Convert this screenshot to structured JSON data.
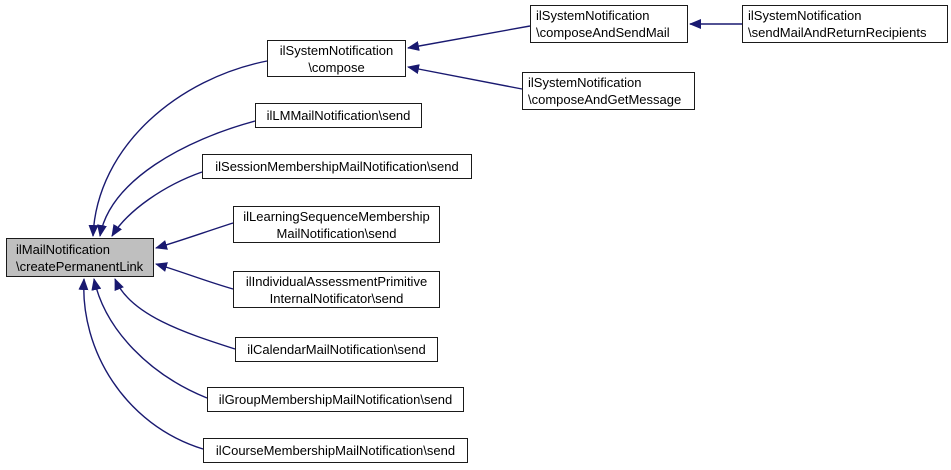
{
  "diagram": {
    "kind": "doxygen-caller-graph",
    "background_color": "#ffffff",
    "edge_color": "#191970",
    "node_border_color": "#1a1a1a",
    "node_fill_color": "#ffffff",
    "focus_node_fill_color": "#bfbfbf",
    "text_color": "#000000"
  },
  "nodes": {
    "main": {
      "line1": "ilMailNotification",
      "line2": "\\createPermanentLink"
    },
    "compose": {
      "line1": "ilSystemNotification",
      "line2": "\\compose"
    },
    "composeAndSendMail": {
      "line1": "ilSystemNotification",
      "line2": "\\composeAndSendMail"
    },
    "sendMailAndReturn": {
      "line1": "ilSystemNotification",
      "line2": "\\sendMailAndReturnRecipients"
    },
    "composeAndGetMessage": {
      "line1": "ilSystemNotification",
      "line2": "\\composeAndGetMessage"
    },
    "lmMail": {
      "line1": "ilLMMailNotification\\send"
    },
    "session": {
      "line1": "ilSessionMembershipMailNotification\\send"
    },
    "learningSeq": {
      "line1": "ilLearningSequenceMembership",
      "line2": "MailNotification\\send"
    },
    "indivAssess": {
      "line1": "ilIndividualAssessmentPrimitive",
      "line2": "InternalNotificator\\send"
    },
    "calendar": {
      "line1": "ilCalendarMailNotification\\send"
    },
    "group": {
      "line1": "ilGroupMembershipMailNotification\\send"
    },
    "course": {
      "line1": "ilCourseMembershipMailNotification\\send"
    }
  },
  "edges": [
    {
      "from": "ilSystemNotification\\compose",
      "to": "ilMailNotification\\createPermanentLink"
    },
    {
      "from": "ilLMMailNotification\\send",
      "to": "ilMailNotification\\createPermanentLink"
    },
    {
      "from": "ilSessionMembershipMailNotification\\send",
      "to": "ilMailNotification\\createPermanentLink"
    },
    {
      "from": "ilLearningSequenceMembershipMailNotification\\send",
      "to": "ilMailNotification\\createPermanentLink"
    },
    {
      "from": "ilIndividualAssessmentPrimitiveInternalNotificator\\send",
      "to": "ilMailNotification\\createPermanentLink"
    },
    {
      "from": "ilCalendarMailNotification\\send",
      "to": "ilMailNotification\\createPermanentLink"
    },
    {
      "from": "ilGroupMembershipMailNotification\\send",
      "to": "ilMailNotification\\createPermanentLink"
    },
    {
      "from": "ilCourseMembershipMailNotification\\send",
      "to": "ilMailNotification\\createPermanentLink"
    },
    {
      "from": "ilSystemNotification\\composeAndSendMail",
      "to": "ilSystemNotification\\compose"
    },
    {
      "from": "ilSystemNotification\\composeAndGetMessage",
      "to": "ilSystemNotification\\compose"
    },
    {
      "from": "ilSystemNotification\\sendMailAndReturnRecipients",
      "to": "ilSystemNotification\\composeAndSendMail"
    }
  ]
}
